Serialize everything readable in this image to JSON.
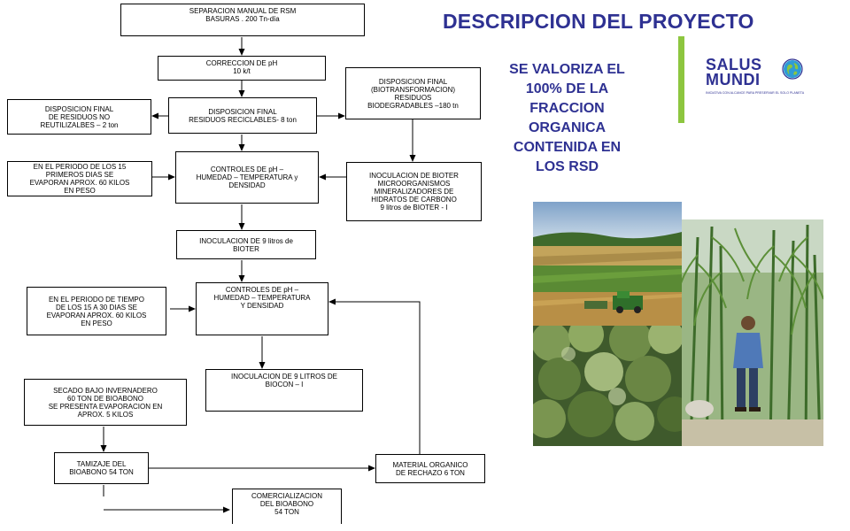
{
  "header": {
    "title": "DESCRIPCION DEL PROYECTO",
    "claim": "SE VALORIZA EL\n100% DE LA\nFRACCION\nORGANICA\nCONTENIDA EN\nLOS RSD"
  },
  "logo": {
    "line1": "SALUS",
    "line2": "MUNDI",
    "tagline": "INICIATIVA CON ALCANCE PARA PRESERVAR EL SOLO PLANETA",
    "colors": {
      "text": "#2e3192",
      "accent": "#8dc63f",
      "globe": "#2e9bd6"
    }
  },
  "flowchart": {
    "separation": "SEPARACION MANUAL DE RSM\nBASURAS . 200 Tn-día",
    "ph_correction": "CORRECCION DE pH\n10 k/t",
    "recyclables": "DISPOSICION FINAL\nRESIDUOS RECICLABLES- 8 ton",
    "non_reusable": "DISPOSICION FINAL\nDE RESIDUOS  NO\nREUTILIZALBES – 2 ton",
    "biodegradables": "DISPOSICION FINAL\n(BIOTRANSFORMACION)\nRESIDUOS\nBIODEGRADABLES –180 tn",
    "first_15_days": "EN EL PERIODO DE LOS  15\nPRIMEROS  DIAS SE\nEVAPORAN APROX. 60 KILOS\nEN PESO",
    "controls_1": "CONTROLES    DE  pH –\nHUMEDAD – TEMPERATURA y\nDENSIDAD",
    "bioter_inoculation_1": "INOCULACION DE BIOTER\nMICROORGANISMOS\nMINERALIZADORES DE\nHIDRATOS DE CARBONO\n9 litros de BIOTER - I",
    "bioter_inoculation_2": "INOCULACION DE 9 litros de\nBIOTER",
    "days_15_30": "EN EL PERIODO DE TIEMPO\nDE LOS 15 A 30  DIAS    SE\nEVAPORAN APROX. 60 KILOS\nEN PESO",
    "controls_2": "CONTROLES    DE pH –\nHUMEDAD – TEMPERATURA\nY DENSIDAD",
    "biocon_inoculation": "INOCULACION DE  9 LITROS DE\nBIOCON – I",
    "greenhouse_drying": "SECADO BAJO INVERNADERO\n60 TON DE BIOABONO\nSE PRESENTA EVAPORACION EN\nAPROX.  5 KILOS",
    "sieving": "TAMIZAJE DEL\nBIOABONO 54 TON",
    "reject_material": "MATERIAL ORGANICO\nDE RECHAZO 6 TON",
    "commercialization": "COMERCIALIZACION\nDEL BIOABONO\n54 TON"
  },
  "photos": [
    {
      "subject": "farm-field-harvester"
    },
    {
      "subject": "forest-canopy"
    },
    {
      "subject": "man-in-sugarcane-field"
    }
  ]
}
